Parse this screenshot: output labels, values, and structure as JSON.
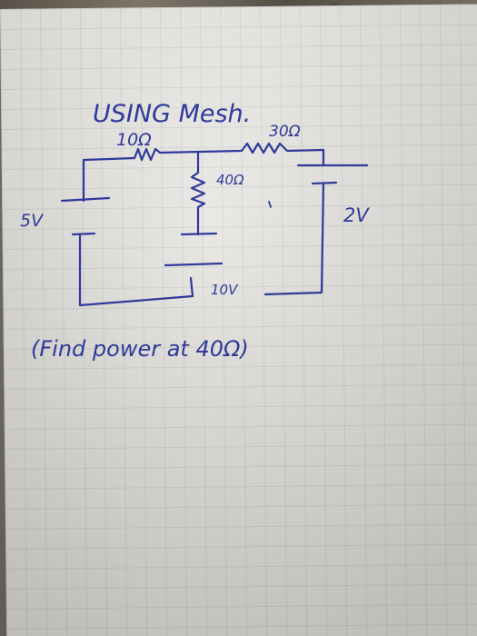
{
  "note": {
    "heading": "USING Mesh.",
    "instruction": "(Find power at 40Ω)"
  },
  "circuit": {
    "r_left_label": "10Ω",
    "r_top_right_label": "30Ω",
    "r_middle_label": "40Ω",
    "src_left_label": "5V",
    "src_middle_label": "10V",
    "src_right_label": "2V"
  },
  "colors": {
    "ink": "#2f3a9a",
    "paper": "#e6e4de",
    "grid": "#788ca0"
  }
}
